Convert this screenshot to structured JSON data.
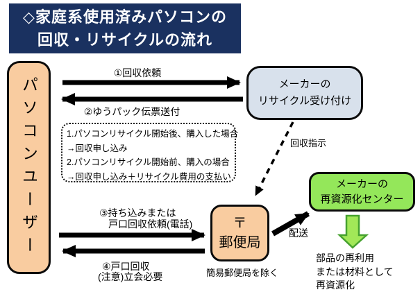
{
  "title": {
    "line1": "◇家庭系使用済みパソコンの",
    "line2": "回収・リサイクルの流れ"
  },
  "user_box": {
    "label": "パソコンユーザー"
  },
  "maker_box": {
    "line1": "メーカーの",
    "line2": "リサイクル受け付け"
  },
  "center_box": {
    "line1": "メーカーの",
    "line2": "再資源化センター"
  },
  "post_office": {
    "mark": "〒",
    "name": "郵便局",
    "note": "簡易郵便局を除く"
  },
  "note_box": {
    "line1": "1.パソコンリサイクル開始後、購入した場合",
    "line2": "→回収申し込み",
    "line3": "2.パソコンリサイクル開始前、購入の場合",
    "line4": "→回収申し込み＋リサイクル費用の支払い"
  },
  "labels": {
    "step1": "①回収依頼",
    "step2": "②ゆうパック伝票送付",
    "step3a": "③持ち込みまたは",
    "step3b": "戸口回収依頼(電話)",
    "step4a": "④戸口回収",
    "step4b": "(注意)立会必要",
    "instruction": "回収指示",
    "delivery": "配送"
  },
  "result": {
    "line1": "部品の再利用",
    "line2": "または材料として",
    "line3": "再資源化"
  },
  "colors": {
    "title_bg": "#1A3160",
    "title_text": "#FFFFFF",
    "peach": "#F9CCA0",
    "light_blue": "#D8E1EC",
    "green": "#94E75A",
    "arrow_black": "#000000",
    "green_arrow_fill": "#A2E858",
    "green_arrow_stroke": "#46A12F"
  }
}
